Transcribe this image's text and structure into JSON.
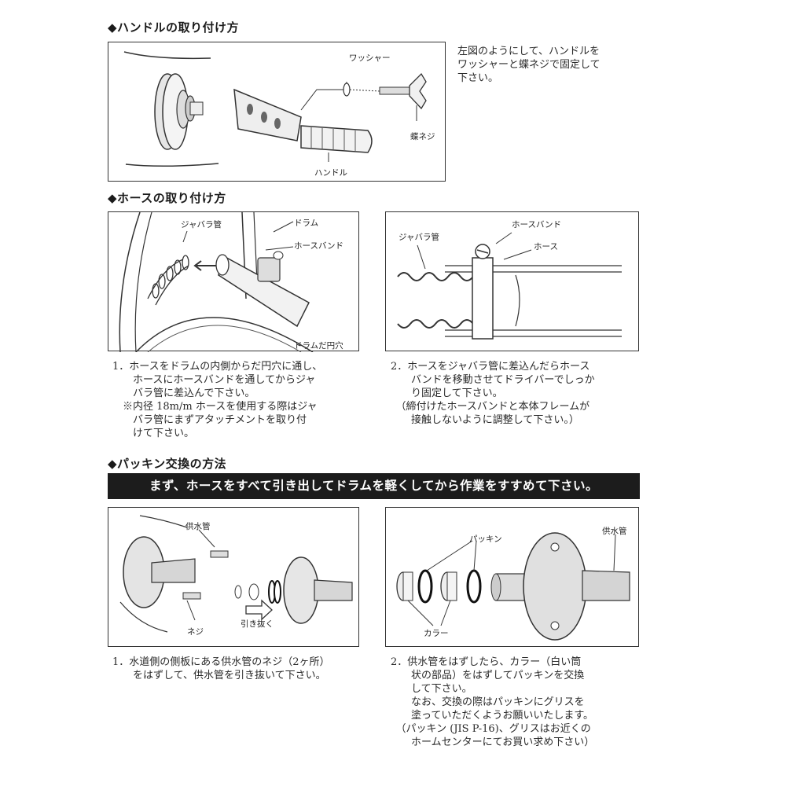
{
  "section1": {
    "heading": "◆ハンドルの取り付け方",
    "labels": {
      "washer": "ワッシャー",
      "wingnut": "蝶ネジ",
      "handle": "ハンドル"
    },
    "text": "左図のようにして、ハンドルを\nワッシャーと蝶ネジで固定して\n下さい。"
  },
  "section2": {
    "heading": "◆ホースの取り付け方",
    "left_labels": {
      "bellows": "ジャバラ管",
      "drum": "ドラム",
      "band": "ホースバンド",
      "hole": "ドラムだ円穴"
    },
    "right_labels": {
      "band": "ホースバンド",
      "bellows": "ジャバラ管",
      "hose": "ホース"
    },
    "step1": "1．ホースをドラムの内側からだ円穴に通し、\n　　ホースにホースバンドを通してからジャ\n　　バラ管に差込んで下さい。\n　※内径 18m/m ホースを使用する際はジャ\n　　バラ管にまずアタッチメントを取り付\n　　けて下さい。",
    "step2": "2．ホースをジャバラ管に差込んだらホース\n　　バンドを移動させてドライバーでしっか\n　　り固定して下さい。\n　（締付けたホースバンドと本体フレームが\n　　接触しないように調整して下さい。）"
  },
  "section3": {
    "heading": "◆パッキン交換の方法",
    "banner": "まず、ホースをすべて引き出してドラムを軽くしてから作業をすすめて下さい。",
    "left_labels": {
      "supply": "供水管",
      "screw": "ネジ",
      "pull": "引き抜く"
    },
    "right_labels": {
      "packing": "パッキン",
      "supply": "供水管",
      "collar": "カラー"
    },
    "step1": "1．水道側の側板にある供水管のネジ（2ヶ所）\n　　をはずして、供水管を引き抜いて下さい。",
    "step2": "2．供水管をはずしたら、カラー（白い筒\n　　状の部品）をはずしてパッキンを交換\n　　して下さい。\n　　なお、交換の際はパッキンにグリスを\n　　塗っていただくようお願いいたします。\n　（パッキン (JIS P-16)、グリスはお近くの\n　　ホームセンターにてお買い求め下さい）"
  }
}
